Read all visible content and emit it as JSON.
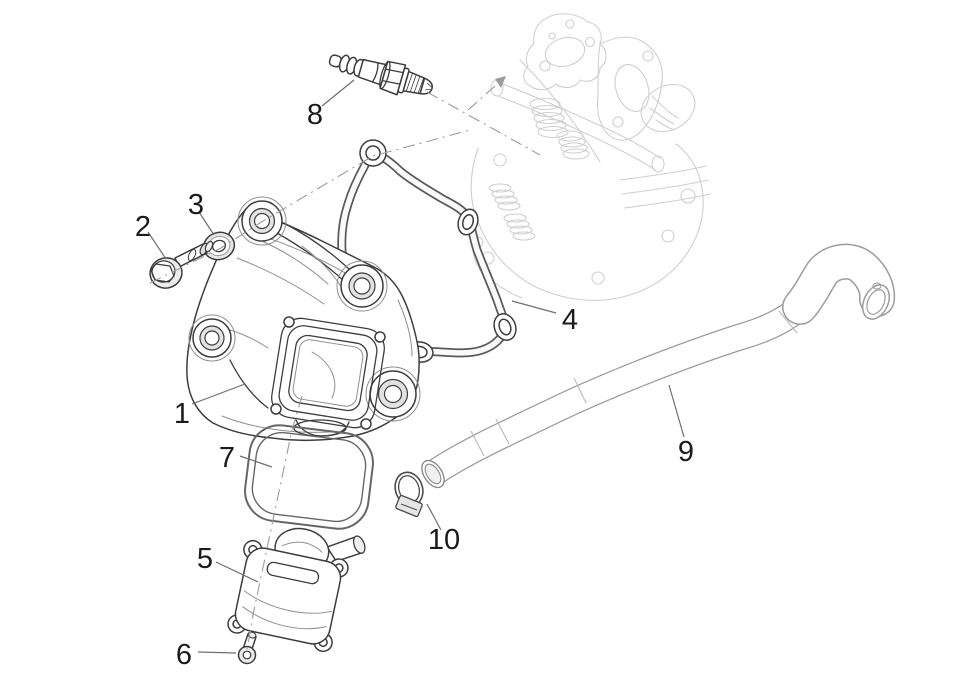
{
  "page": {
    "background_color": "#ffffff"
  },
  "diagram": {
    "kind": "exploded-parts-line-drawing",
    "colors": {
      "part_line": "#3d3d3d",
      "ghost_part_line": "#cfcfcf",
      "hose_line": "#9c9c9c",
      "leader_line": "#6f6f6f",
      "centerline": "#9b9b9b",
      "label_text": "#1b1b1b"
    },
    "callouts": [
      {
        "label": "1",
        "part": "cylinder-head-cover"
      },
      {
        "label": "2",
        "part": "flanged-hex-screw"
      },
      {
        "label": "3",
        "part": "washer"
      },
      {
        "label": "4",
        "part": "head-cover-gasket"
      },
      {
        "label": "5",
        "part": "breather-cover"
      },
      {
        "label": "6",
        "part": "breather-cover-screw"
      },
      {
        "label": "7",
        "part": "breather-seal-ring"
      },
      {
        "label": "8",
        "part": "spark-plug"
      },
      {
        "label": "9",
        "part": "breather-hose"
      },
      {
        "label": "10",
        "part": "hose-clamp"
      }
    ]
  }
}
